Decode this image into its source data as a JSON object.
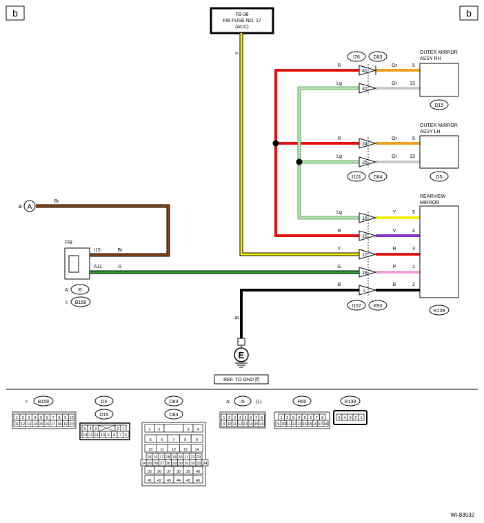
{
  "corner_labels": {
    "left": "b",
    "right": "b"
  },
  "fuse": {
    "line1": "FB-38",
    "line2": "F/B FUSE NO. 17",
    "line3": "(ACC)"
  },
  "fuse_wire": "Y",
  "rh_mirror": {
    "title1": "OUTER MIRROR",
    "title2": "ASSY RH",
    "code": "D15",
    "conn1": "I76",
    "conn2": "D83",
    "rows": [
      {
        "left_color": "R",
        "pin": "41",
        "right_color": "Or",
        "term": "5"
      },
      {
        "left_color": "Lg",
        "pin": "42",
        "right_color": "Gr",
        "term": "13"
      }
    ]
  },
  "lh_mirror": {
    "title1": "OUTER MIRROR",
    "title2": "ASSY LH",
    "code": "D5",
    "conn1": "I101",
    "conn2": "D84",
    "rows": [
      {
        "left_color": "R",
        "pin": "24",
        "right_color": "Or",
        "term": "5"
      },
      {
        "left_color": "Lg",
        "pin": "25",
        "right_color": "Gr",
        "term": "13"
      }
    ]
  },
  "rearview": {
    "title1": "REARVIEW",
    "title2": "MIRROR",
    "code": "R139",
    "conn1": "I157",
    "conn2": "R50",
    "rows": [
      {
        "left_color": "Lg",
        "pin": "16",
        "right_color": "Y",
        "term": "5"
      },
      {
        "left_color": "R",
        "pin": "15",
        "right_color": "V",
        "term": "4"
      },
      {
        "left_color": "Y",
        "pin": "17",
        "right_color": "R",
        "term": "3"
      },
      {
        "left_color": "G",
        "pin": "18",
        "right_color": "P",
        "term": "1"
      },
      {
        "left_color": "B",
        "pin": "1",
        "right_color": "B",
        "term": "2"
      }
    ]
  },
  "connector_a": {
    "letter": "a",
    "symbol": "A",
    "wire": "Br"
  },
  "fb": {
    "label": "F/B",
    "pin_i15": "I15",
    "wire_br": "Br",
    "pin_a11": "A11",
    "wire_g": "G",
    "ref_a_prefix": "A:",
    "ref_a": "I5",
    "ref_i_prefix": "I:",
    "ref_i": "B158"
  },
  "ground": {
    "wire": "B",
    "symbol": "E",
    "ref": "REF. TO GND [f]"
  },
  "connectors": {
    "b158": {
      "prefix": "I:",
      "name": "B158",
      "row1": [
        "1",
        "2",
        "3",
        "4",
        "5",
        "6",
        "7",
        "8",
        "9",
        "10"
      ],
      "row2": [
        "11",
        "12",
        "13",
        "14",
        "15",
        "16",
        "17",
        "18",
        "19",
        "20"
      ]
    },
    "d5_d15": {
      "name1": "D5",
      "name2": "D15",
      "row1": [
        "5",
        "4",
        "3",
        "2",
        "1"
      ],
      "row2": [
        "13",
        "12",
        "11",
        "10",
        "9",
        "8",
        "7",
        "6"
      ]
    },
    "d83_d84": {
      "name1": "D83",
      "name2": "D84",
      "rows": [
        [
          "1",
          "2",
          "",
          "3",
          "4"
        ],
        [
          "5",
          "6",
          "7",
          "8",
          "9"
        ],
        [
          "10",
          "11",
          "12",
          "13",
          "14"
        ],
        [
          "15",
          "16",
          "17",
          "18",
          "19",
          "20",
          "21",
          "22",
          "23"
        ],
        [
          "24",
          "25",
          "26",
          "27",
          "28",
          "29",
          "30",
          "31",
          "32",
          "33",
          "34"
        ],
        [
          "35",
          "36",
          "37",
          "38",
          "39",
          "40"
        ],
        [
          "41",
          "42",
          "43",
          "44",
          "45",
          "46"
        ]
      ]
    },
    "i5": {
      "prefix": "A:",
      "name": "I5",
      "suffix": "(L)",
      "row1": [
        "1",
        "2",
        "3",
        "4",
        "5",
        "6",
        "7",
        "8"
      ],
      "row2": [
        "9",
        "10",
        "11",
        "12",
        "13",
        "14",
        "15",
        "16"
      ]
    },
    "r50": {
      "name": "R50",
      "row1": [
        "1",
        "2",
        "3",
        "4",
        "5",
        "6",
        "7",
        "8"
      ],
      "row2": [
        "9",
        "10",
        "11",
        "12",
        "13",
        "14",
        "15",
        "16",
        "17",
        "18"
      ]
    },
    "r139": {
      "name": "R139",
      "row1": [
        "6",
        "4",
        "3",
        "2",
        "1"
      ]
    }
  },
  "footer_code": "WI-83532",
  "colors": {
    "R": "#e01010",
    "Lg": "#a8e8a8",
    "Y": "#f0f000",
    "Br": "#8b4513",
    "G": "#22a030",
    "B": "#000000",
    "Or": "#f0a020",
    "Gr": "#c8c8c8",
    "V": "#8a30c8",
    "P": "#f0a0d8"
  }
}
